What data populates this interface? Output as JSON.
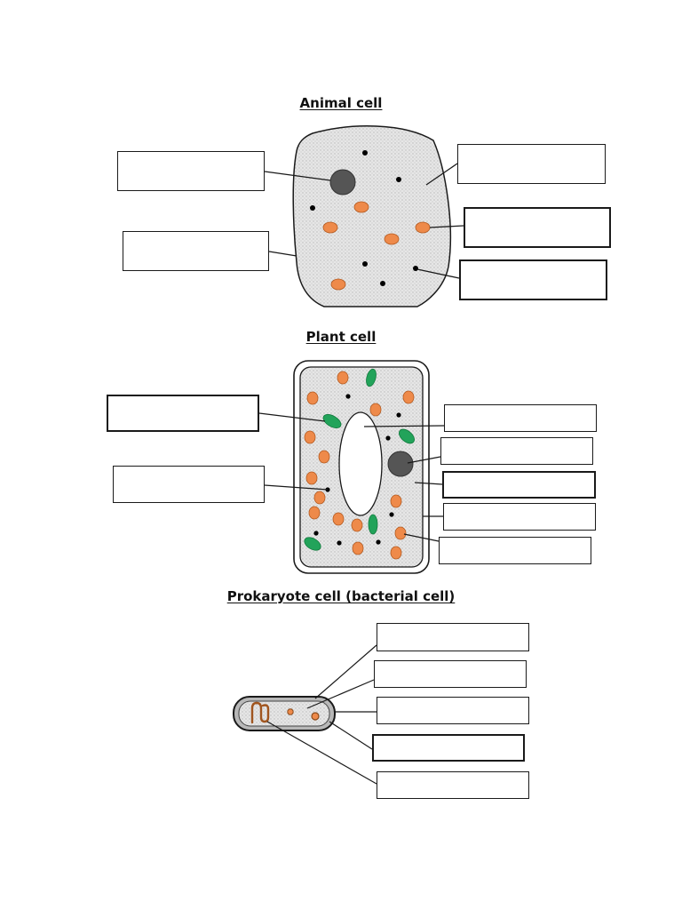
{
  "sections": {
    "animal": {
      "title": "Animal cell"
    },
    "plant": {
      "title": "Plant cell"
    },
    "prokaryote": {
      "title": "Prokaryote cell (bacterial cell)"
    }
  },
  "label_boxes": {
    "animal": [
      "",
      "",
      "",
      "",
      ""
    ],
    "plant": [
      "",
      "",
      "",
      "",
      "",
      "",
      ""
    ],
    "prokaryote": [
      "",
      "",
      "",
      "",
      ""
    ]
  },
  "colors": {
    "cytoplasm": "#e4e4e4",
    "outline": "#1a1a1a",
    "nucleus": "#555555",
    "mitochondrion": "#ee8a4a",
    "chloroplast": "#22a35a",
    "ribosome": "#000000",
    "vacuole": "#ffffff",
    "dna": "#a0551f"
  }
}
